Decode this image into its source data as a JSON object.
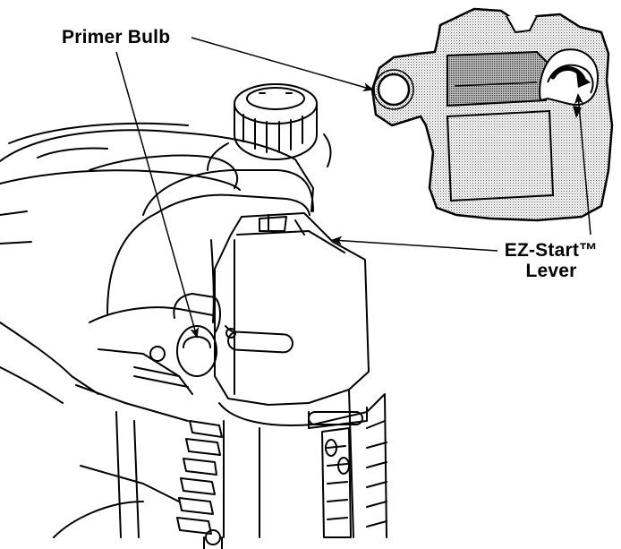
{
  "labels": {
    "primer_bulb": "Primer Bulb",
    "ez_start_line1": "EZ-Start™",
    "ez_start_line2": "Lever"
  },
  "colors": {
    "line": "#000000",
    "stipple_light": "#d9d9d9",
    "stipple_dark": "#9a9a9a",
    "background": "#ffffff"
  }
}
